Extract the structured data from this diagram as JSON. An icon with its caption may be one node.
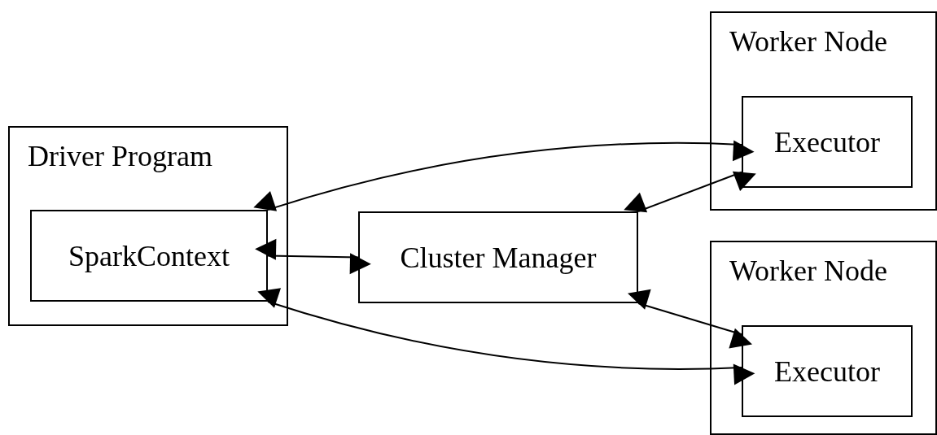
{
  "diagram": {
    "nodes": [
      {
        "text": [
          "Driver Program"
        ]
      },
      {
        "text": [
          "SparkContext"
        ],
        "in": 0
      },
      {
        "text": [
          "Cluster Manager"
        ]
      },
      {
        "text": [
          "Worker Node"
        ]
      },
      {
        "text": [
          "Executor"
        ],
        "in": 3
      },
      {
        "text": [
          "Worker Node"
        ]
      },
      {
        "text": [
          "Executor"
        ],
        "in": 5
      }
    ],
    "edges": [
      {
        "from": 1,
        "to": 2,
        "arrow": "both"
      },
      {
        "from": 1,
        "to": 4,
        "arrow": "both"
      },
      {
        "from": 2,
        "to": 4,
        "arrow": "both"
      },
      {
        "from": 2,
        "to": 6,
        "arrow": "both"
      },
      {
        "from": 1,
        "to": 6,
        "arrow": "both"
      }
    ]
  }
}
